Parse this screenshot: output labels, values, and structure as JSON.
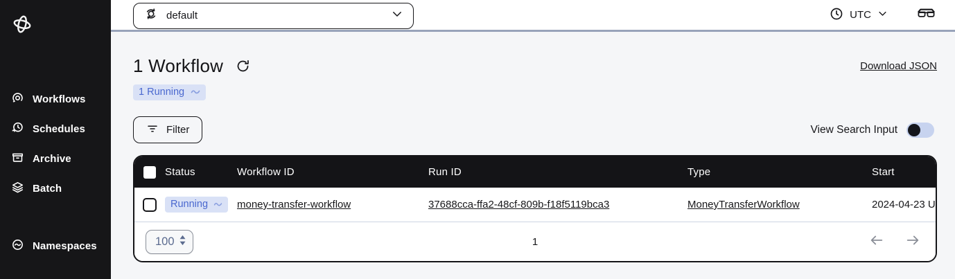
{
  "sidebar": {
    "items": [
      {
        "label": "Workflows",
        "icon": "workflows-icon"
      },
      {
        "label": "Schedules",
        "icon": "schedules-icon"
      },
      {
        "label": "Archive",
        "icon": "archive-icon"
      },
      {
        "label": "Batch",
        "icon": "batch-icon"
      }
    ],
    "bottom_items": [
      {
        "label": "Namespaces",
        "icon": "namespaces-icon"
      }
    ]
  },
  "topbar": {
    "namespace_select": {
      "value": "default",
      "icon": "namespace-switcher-icon"
    },
    "timezone": {
      "label": "UTC",
      "icon": "clock-icon"
    },
    "labs_icon": "glasses-icon"
  },
  "main": {
    "heading": "1 Workflow",
    "running_summary_badge": "1 Running",
    "download_link": "Download JSON",
    "filter_button": "Filter",
    "view_search_toggle_label": "View Search Input",
    "view_search_toggle_on": false
  },
  "table": {
    "columns": [
      "Status",
      "Workflow ID",
      "Run ID",
      "Type",
      "Start"
    ],
    "rows": [
      {
        "status": "Running",
        "workflow_id": "money-transfer-workflow",
        "run_id": "37688cca-ffa2-48cf-809b-f18f5119bca3",
        "type": "MoneyTransferWorkflow",
        "start": "2024-04-23 U"
      }
    ],
    "pagination": {
      "page_size": "100",
      "current_page": "1"
    }
  },
  "colors": {
    "sidebar_bg": "#161618",
    "header_bg": "#141417",
    "badge_bg": "#d9e1f6",
    "badge_text": "#4a68cf",
    "topbar_border": "#98a3ba",
    "main_bg": "#f5f6f8"
  }
}
